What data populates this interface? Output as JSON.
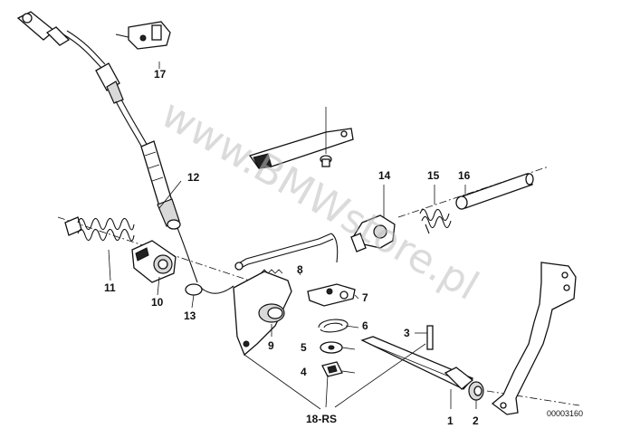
{
  "diagram": {
    "watermark": "www.BMWstore.pl",
    "image_code": "00003160",
    "callouts": {
      "p1": "1",
      "p2": "2",
      "p3": "3",
      "p4": "4",
      "p5": "5",
      "p6": "6",
      "p7": "7",
      "p8": "8",
      "p9": "9",
      "p10": "10",
      "p11": "11",
      "p12": "12",
      "p13": "13",
      "p14": "14",
      "p15": "15",
      "p16": "16",
      "p17": "17",
      "p18": "18-RS"
    }
  }
}
